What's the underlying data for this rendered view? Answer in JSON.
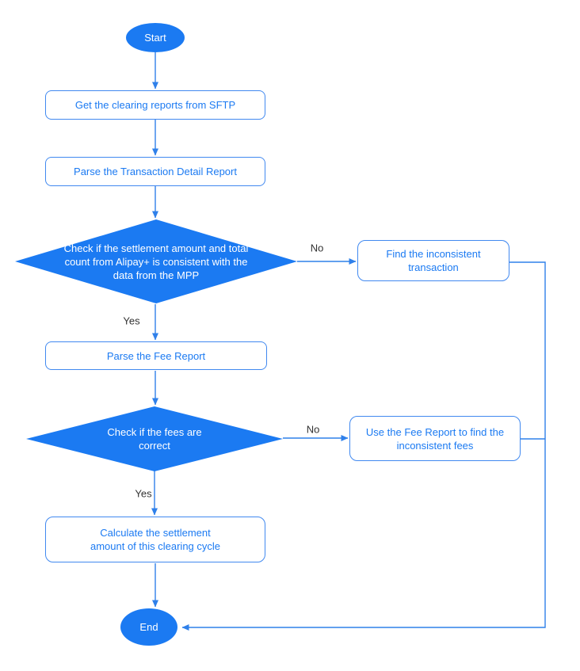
{
  "flowchart": {
    "nodes": {
      "start": "Start",
      "get_reports": "Get the clearing reports from SFTP",
      "parse_transaction": "Parse the Transaction Detail Report",
      "check_settlement": [
        "Check if the settlement amount and total",
        "count from Alipay+ is consistent with the",
        "data from the MPP"
      ],
      "find_inconsistent_transaction": [
        "Find the inconsistent",
        "transaction"
      ],
      "parse_fee": "Parse the Fee Report",
      "check_fees": [
        "Check if the fees are",
        "correct"
      ],
      "find_inconsistent_fees": [
        "Use the Fee Report to find the",
        "inconsistent fees"
      ],
      "calculate_settlement": [
        "Calculate the settlement",
        "amount of this clearing cycle"
      ],
      "end": "End"
    },
    "edge_labels": {
      "decision1_no": "No",
      "decision1_yes": "Yes",
      "decision2_no": "No",
      "decision2_yes": "Yes"
    },
    "colors": {
      "node_fill": "#1b7af2",
      "node_border": "#4189f0",
      "line": "#2f80ea",
      "node_text_blue": "#1b7af2",
      "edge_label_text": "#333333",
      "background": "#ffffff"
    }
  }
}
